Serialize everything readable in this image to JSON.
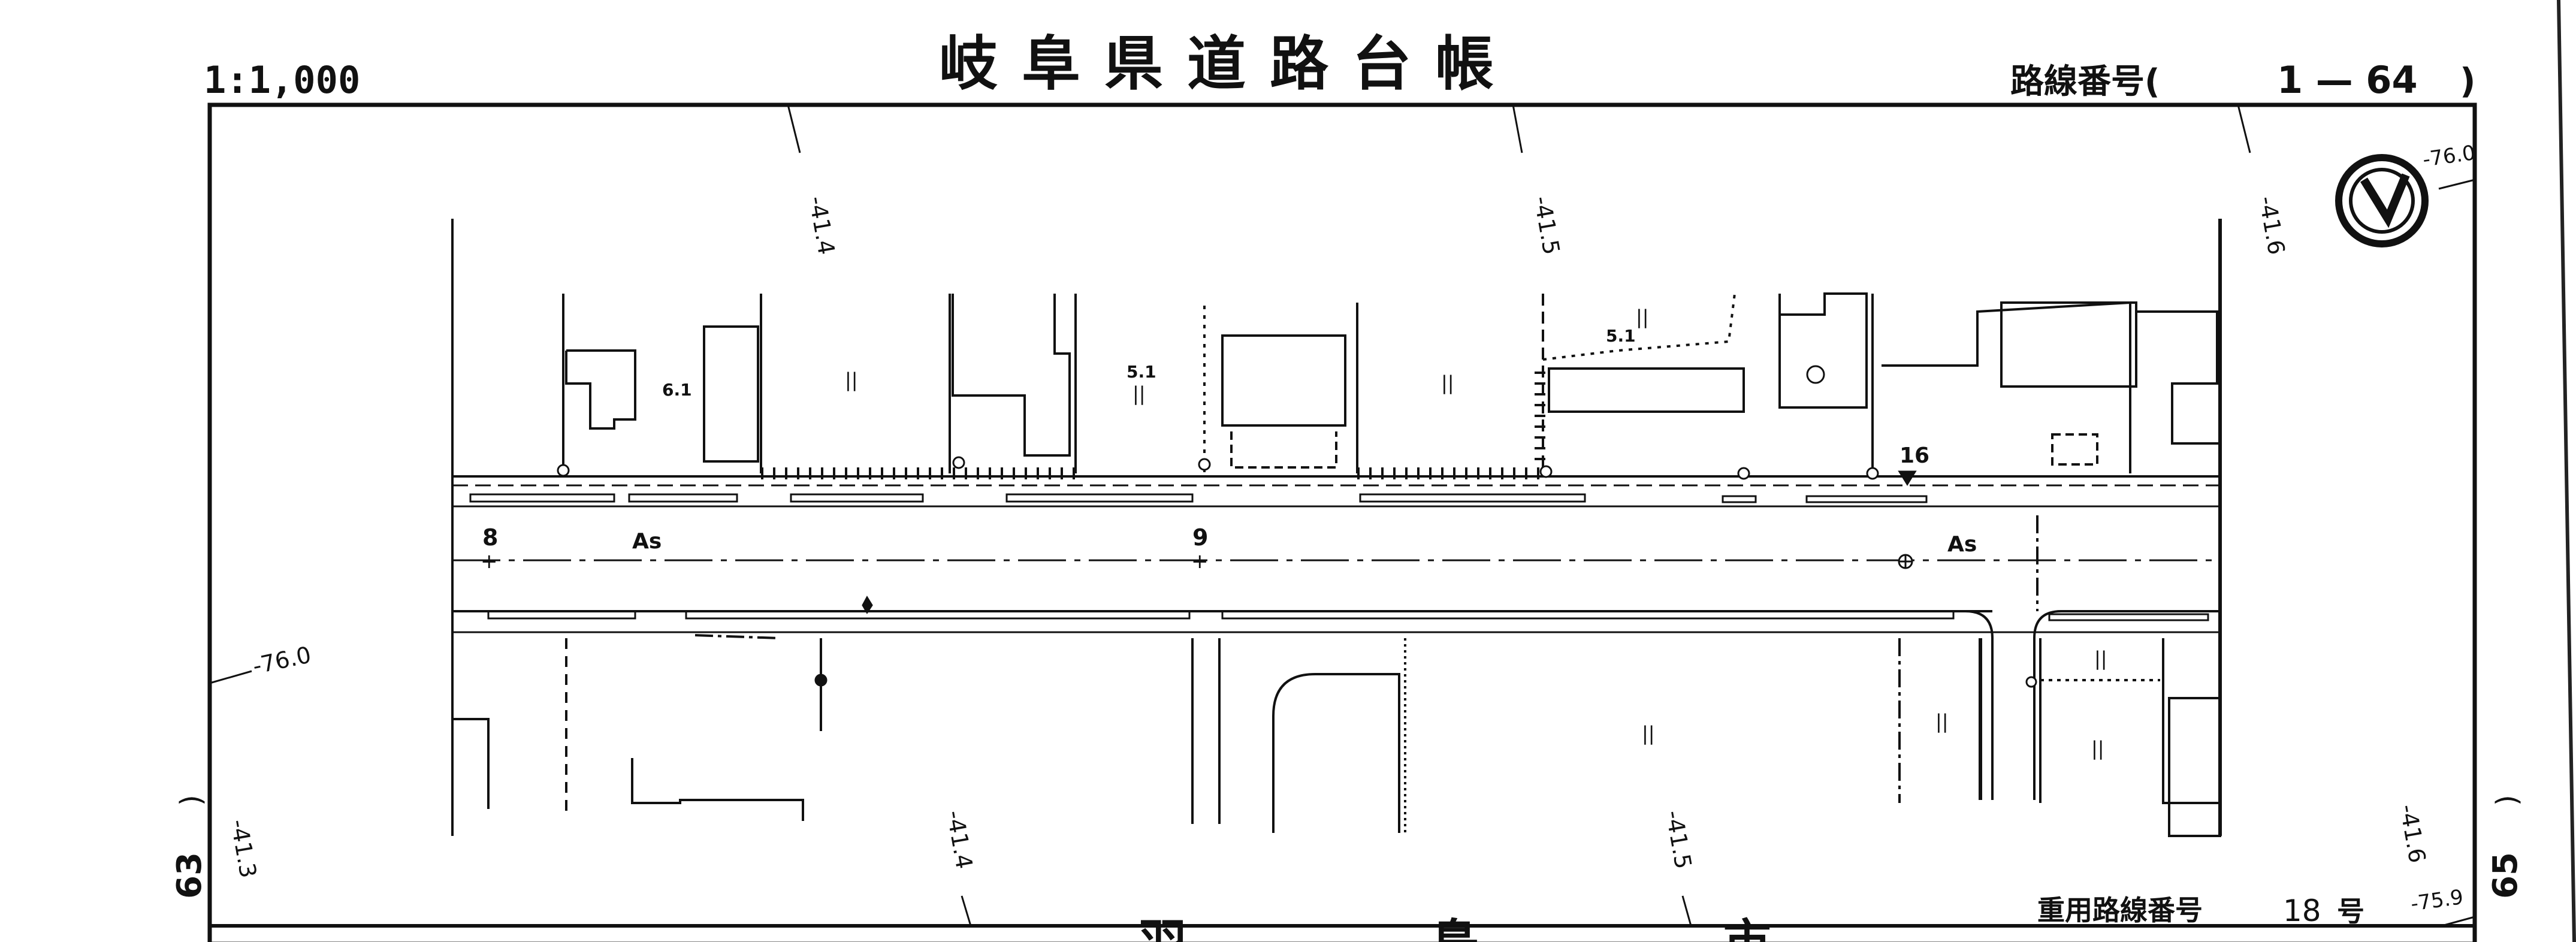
{
  "header": {
    "scale": "1:1,000",
    "title": "岐阜県道路台帳",
    "route_label": "路線番号(",
    "route_number": "1 — 64",
    "route_close": ")"
  },
  "footer": {
    "duplicate_route_label": "重用路線番号",
    "duplicate_route_number": "18",
    "duplicate_route_suffix": "号",
    "bottom_partial_text": "羽 島 市"
  },
  "sheets": {
    "left": "63",
    "right": "65"
  },
  "grid_labels": {
    "top": [
      "-41.4",
      "-41.5",
      "-41.6"
    ],
    "bottom": [
      "-41.3",
      "-41.4",
      "-41.5",
      "-41.6"
    ],
    "left": "-76.0",
    "right_top": "-76.0",
    "right_bottom": "-75.9"
  },
  "road": {
    "surface": "As",
    "surface_right": "As",
    "stations": [
      "8",
      "9"
    ],
    "marker": "16"
  },
  "annotations": {
    "elev_1": "6.1",
    "elev_2": "5.1",
    "elev_3": "5.1",
    "field_marks": [
      "||",
      "||",
      "||",
      "||",
      "||",
      "||",
      "||",
      "||"
    ]
  },
  "north_arrow_icon": "north-arrow-icon"
}
